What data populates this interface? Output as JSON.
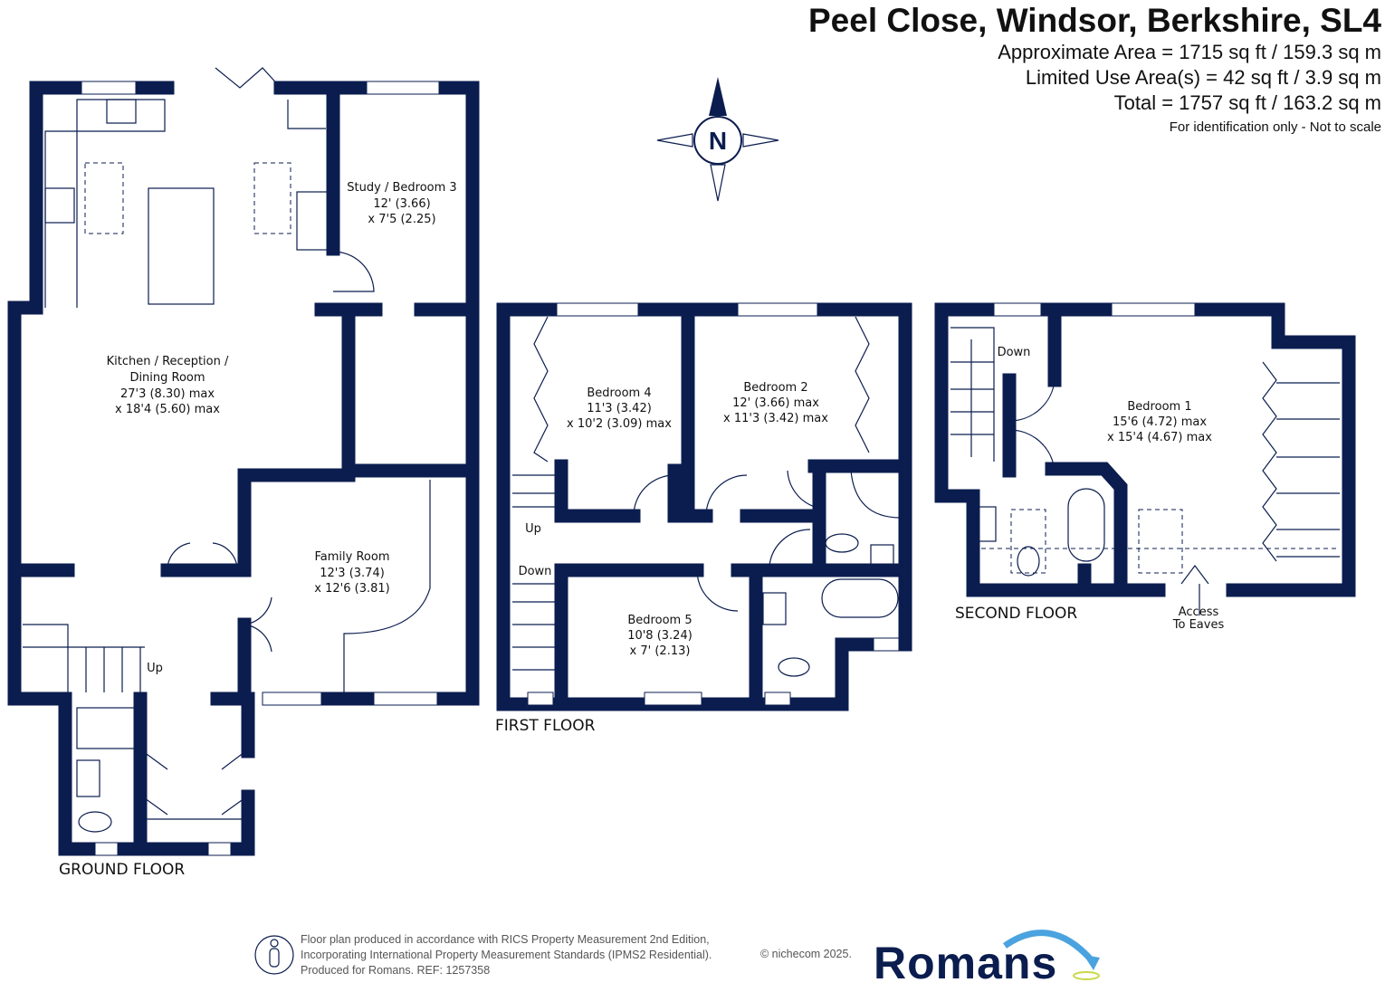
{
  "header": {
    "address": "Peel Close, Windsor, Berkshire, SL4",
    "approx_area": "Approximate Area = 1715 sq ft / 159.3 sq m",
    "limited_use": "Limited Use Area(s) = 42 sq ft / 3.9 sq m",
    "total": "Total = 1757 sq ft / 163.2 sq m",
    "disclaimer": "For identification only - Not to scale"
  },
  "compass": {
    "label": "N"
  },
  "floors": {
    "ground": {
      "label": "GROUND FLOOR",
      "up": "Up",
      "kitchen": [
        "Kitchen / Reception /",
        "Dining Room",
        "27'3 (8.30) max",
        "x 18'4 (5.60) max"
      ],
      "study": [
        "Study / Bedroom 3",
        "12' (3.66)",
        "x 7'5 (2.25)"
      ],
      "family": [
        "Family Room",
        "12'3 (3.74)",
        "x 12'6 (3.81)"
      ]
    },
    "first": {
      "label": "FIRST FLOOR",
      "up": "Up",
      "down": "Down",
      "bed4": [
        "Bedroom 4",
        "11'3 (3.42)",
        "x 10'2 (3.09) max"
      ],
      "bed2": [
        "Bedroom 2",
        "12' (3.66) max",
        "x 11'3 (3.42) max"
      ],
      "bed5": [
        "Bedroom 5",
        "10'8 (3.24)",
        "x 7' (2.13)"
      ]
    },
    "second": {
      "label": "SECOND FLOOR",
      "down": "Down",
      "access": [
        "Access",
        "To Eaves"
      ],
      "bed1": [
        "Bedroom 1",
        "15'6 (4.72) max",
        "x 15'4 (4.67) max"
      ]
    }
  },
  "footer": {
    "lines": [
      "Floor plan produced in accordance with RICS Property Measurement 2nd Edition,",
      "Incorporating International Property Measurement Standards (IPMS2 Residential).",
      "Produced for Romans.   REF:  1257358"
    ],
    "copyright": "© nichecom 2025.",
    "logo": "Romans"
  }
}
